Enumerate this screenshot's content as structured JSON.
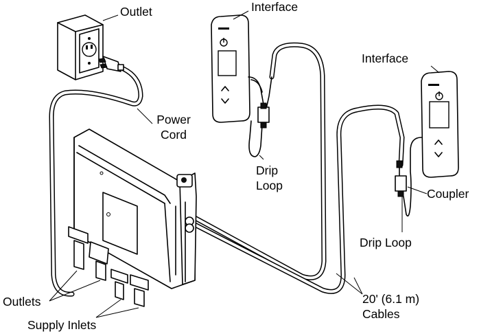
{
  "labels": {
    "outlet": "Outlet",
    "power_cord_line1": "Power",
    "power_cord_line2": "Cord",
    "interface_left": "Interface",
    "interface_right": "Interface",
    "drip_loop_left_line1": "Drip",
    "drip_loop_left_line2": "Loop",
    "drip_loop_right": "Drip Loop",
    "coupler": "Coupler",
    "cables_line1": "20' (6.1 m)",
    "cables_line2": "Cables",
    "outlets": "Outlets",
    "supply_inlets": "Supply Inlets"
  },
  "icons": {
    "power_symbol": "power-icon",
    "up_arrow": "chevron-up-icon",
    "down_arrow": "chevron-down-icon"
  }
}
